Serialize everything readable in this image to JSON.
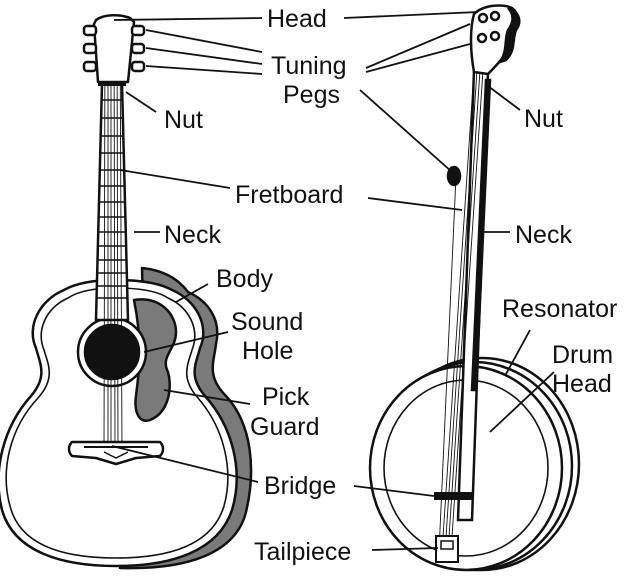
{
  "labels": {
    "head": "Head",
    "tuning_pegs_line1": "Tuning",
    "tuning_pegs_line2": "Pegs",
    "nut_guitar": "Nut",
    "nut_banjo": "Nut",
    "fretboard": "Fretboard",
    "neck_guitar": "Neck",
    "neck_banjo": "Neck",
    "body": "Body",
    "sound_hole_line1": "Sound",
    "sound_hole_line2": "Hole",
    "pick_guard_line1": "Pick",
    "pick_guard_line2": "Guard",
    "bridge": "Bridge",
    "tailpiece": "Tailpiece",
    "resonator": "Resonator",
    "drum_head_line1": "Drum",
    "drum_head_line2": "Head"
  },
  "colors": {
    "ink": "#111111",
    "shadow": "#7a7a7a",
    "paper": "#ffffff"
  }
}
